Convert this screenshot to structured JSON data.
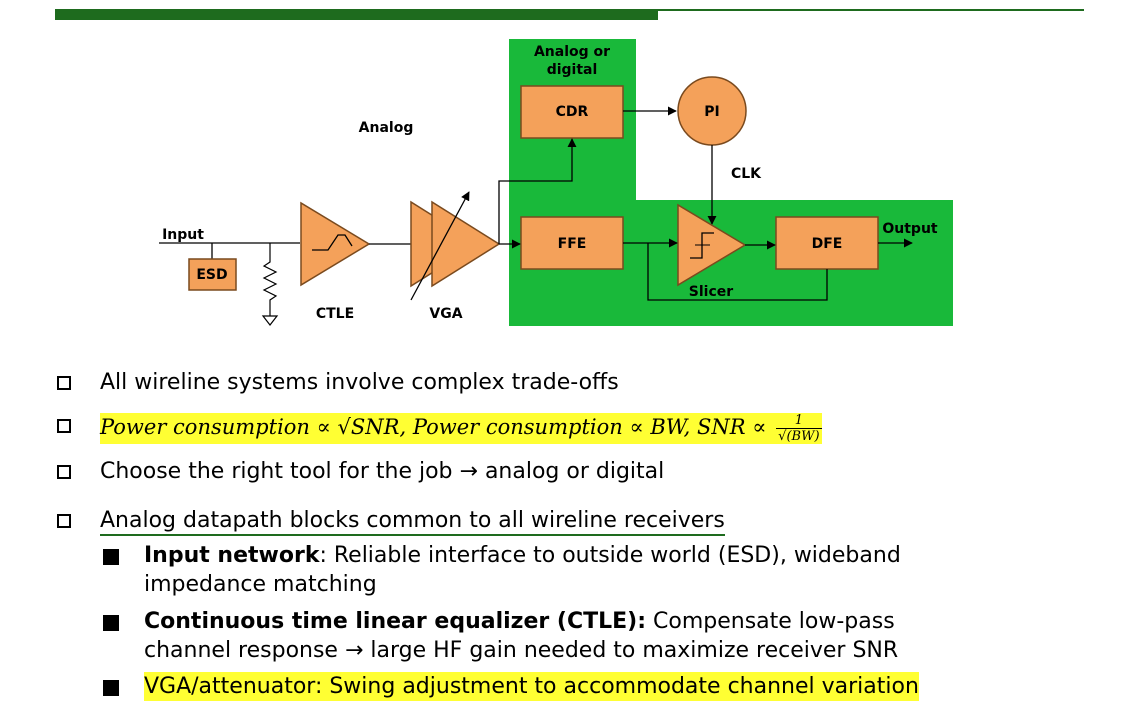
{
  "diagram": {
    "labels": {
      "analog_or_digital_line1": "Analog or",
      "analog_or_digital_line2": "digital",
      "analog": "Analog",
      "input": "Input",
      "output": "Output",
      "clk": "CLK",
      "ctle": "CTLE",
      "vga": "VGA",
      "slicer": "Slicer"
    },
    "blocks": {
      "esd": "ESD",
      "cdr": "CDR",
      "pi": "PI",
      "ffe": "FFE",
      "dfe": "DFE"
    },
    "colors": {
      "region_green": "#19b93a",
      "block_orange": "#f4a15a",
      "block_border": "#7a4a1e"
    }
  },
  "bullets": {
    "b1": "All wireline systems involve complex trade-offs",
    "b2": {
      "text": "Power consumption ∝ √SNR, Power consumption ∝ BW, SNR ∝ ",
      "frac_num": "1",
      "frac_den": "√(BW)"
    },
    "b3": "Choose the right tool for the job → analog or digital",
    "b4": "Analog datapath blocks common to all wireline receivers",
    "sub": [
      {
        "bold": "Input network",
        "rest": ": Reliable interface to outside world (ESD), wideband",
        "line2": "impedance matching"
      },
      {
        "bold": "Continuous time linear equalizer (CTLE):",
        "rest": " Compensate low-pass",
        "line2": "channel response → large HF gain needed to maximize receiver SNR"
      },
      {
        "text": "VGA/attenuator: Swing adjustment to accommodate channel variation"
      }
    ]
  },
  "highlight_color": "#ffff33"
}
